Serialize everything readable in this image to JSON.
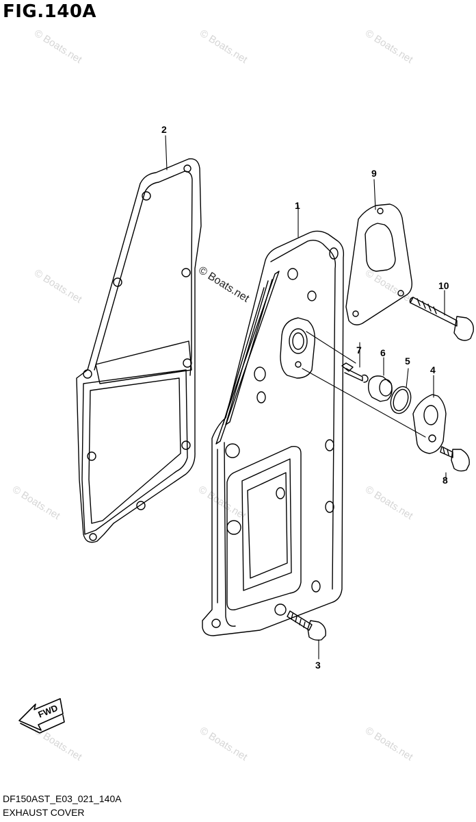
{
  "figure": {
    "title": "FIG.140A",
    "code": "DF150AST_E03_021_140A",
    "caption": "EXHAUST COVER"
  },
  "watermark": {
    "text": "© Boats.net"
  },
  "direction_indicator": "FWD",
  "callouts": [
    "1",
    "2",
    "3",
    "4",
    "5",
    "6",
    "7",
    "8",
    "9",
    "10"
  ]
}
